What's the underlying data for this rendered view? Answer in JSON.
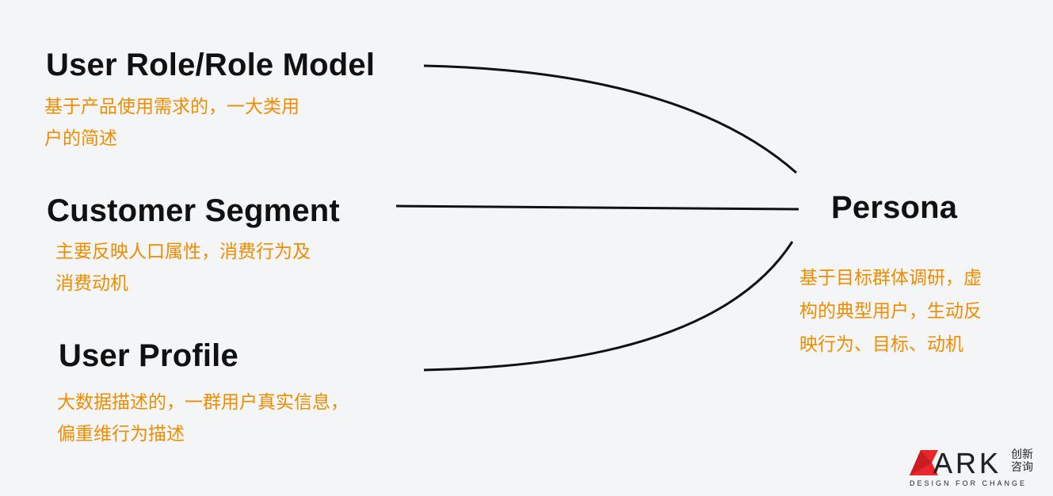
{
  "nodes": [
    {
      "title": "User Role/Role Model",
      "desc": [
        "基于产品使用需求的，一大类用",
        "户的简述"
      ]
    },
    {
      "title": "Customer Segment",
      "desc": [
        "主要反映人口属性，消费行为及",
        "消费动机"
      ]
    },
    {
      "title": "User Profile",
      "desc": [
        "大数据描述的，一群用户真实信息，",
        "偏重维行为描述"
      ]
    }
  ],
  "target": {
    "title": "Persona",
    "desc": [
      "基于目标群体调研，虚",
      "构的典型用户，生动反",
      "映行为、目标、动机"
    ]
  },
  "logo": {
    "text": "ARK",
    "cn": "创新咨询",
    "tagline": "DESIGN FOR CHANGE",
    "accent": "#e8262b"
  },
  "colors": {
    "accent": "#f08c00",
    "background": "#f4f5f7",
    "line": "#111111"
  }
}
